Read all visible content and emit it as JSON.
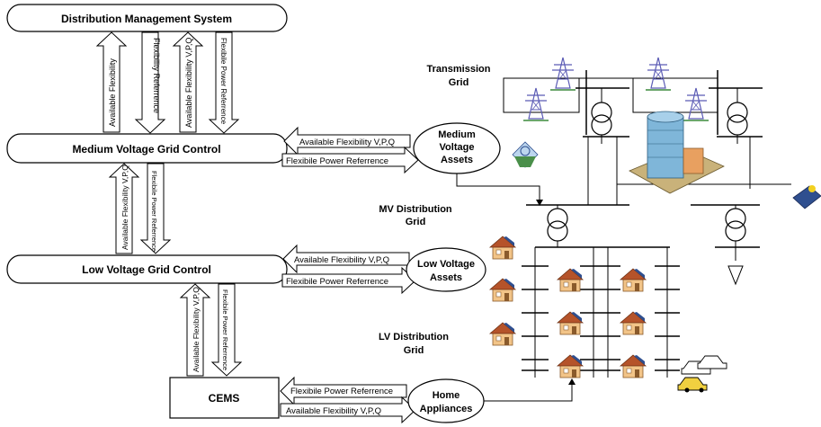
{
  "blocks": {
    "dms": "Distribution Management System",
    "mv_control": "Medium Voltage Grid Control",
    "lv_control": "Low Voltage Grid Control",
    "cems": "CEMS"
  },
  "assets": {
    "mv_assets": [
      "Medium",
      "Voltage",
      "Assets"
    ],
    "lv_assets": [
      "Low Voltage",
      "Assets"
    ],
    "home_appliances": [
      "Home",
      "Appliances"
    ]
  },
  "vertical_arrows": {
    "dms_mv_available_flexibility": "Available Flexibility",
    "dms_mv_flexibility_referrence": "Flexibility Referrence",
    "dms_mv_available_flexibility_vpq": "Available Flexibility V,P,Q",
    "dms_mv_flexibile_power_referrence": "Flexibile Power Referrence",
    "mv_lv_available_flexibility_vpq": "Available Flexibility V,P,Q",
    "mv_lv_flexibile_power_referrence": "Flexibile Power Referrence",
    "lv_cems_available_flexibility_vpq": "Available Flexibility V,P,Q",
    "lv_cems_flexibile_power_referrence": "Flexibile Power Referrence"
  },
  "horizontal_arrows": {
    "mv_available": "Available Flexibility  V,P,Q",
    "mv_reference": "Flexibile Power Referrence",
    "lv_available": "Available Flexibility  V,P,Q",
    "lv_reference": "Flexibile Power Referrence",
    "cems_reference": "Flexibile Power Referrence",
    "cems_available": "Available Flexibility  V,P,Q"
  },
  "grid_labels": {
    "transmission": [
      "Transmission",
      "Grid"
    ],
    "mv_distribution": [
      "MV Distribution",
      "Grid"
    ],
    "lv_distribution": [
      "LV Distribution",
      "Grid"
    ]
  },
  "colors": {
    "stroke": "#000000",
    "house_wall": "#f2c488",
    "house_roof": "#b5532a",
    "solar_panel": "#2f4f8f",
    "building_glass": "#7fb6d9",
    "building_base": "#c9b27a",
    "tower": "#5b5bb5",
    "car": "#f0d040"
  }
}
